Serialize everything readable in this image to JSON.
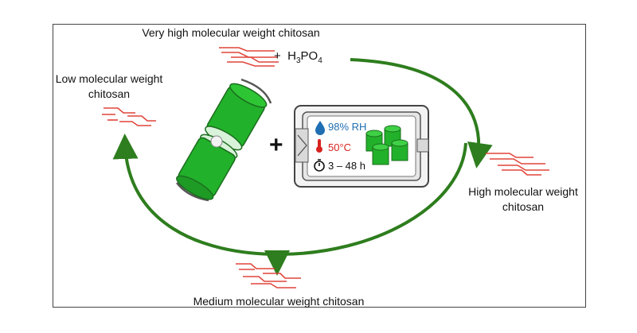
{
  "labels": {
    "very_high": "Very high molecular weight chitosan",
    "low_line1": "Low molecular weight",
    "low_line2": "chitosan",
    "high_line1": "High molecular weight",
    "high_line2": "chitosan",
    "medium": "Medium molecular weight chitosan"
  },
  "reagent": {
    "plus": "+",
    "h": "H",
    "h_sub": "3",
    "po": "PO",
    "po_sub": "4"
  },
  "operator_plus": "+",
  "conditions": {
    "humidity": "98% RH",
    "temperature": "50°C",
    "time": "3 – 48 h"
  },
  "colors": {
    "arrow": "#2e7d1e",
    "chain": "#e0453a",
    "jar_green": "#22b12a",
    "humidity": "#1f6fb2",
    "temperature": "#d8231f"
  },
  "icons": [
    "water-drop-icon",
    "thermometer-icon",
    "stopwatch-icon",
    "ball-mill-icon",
    "incubator-icon"
  ]
}
